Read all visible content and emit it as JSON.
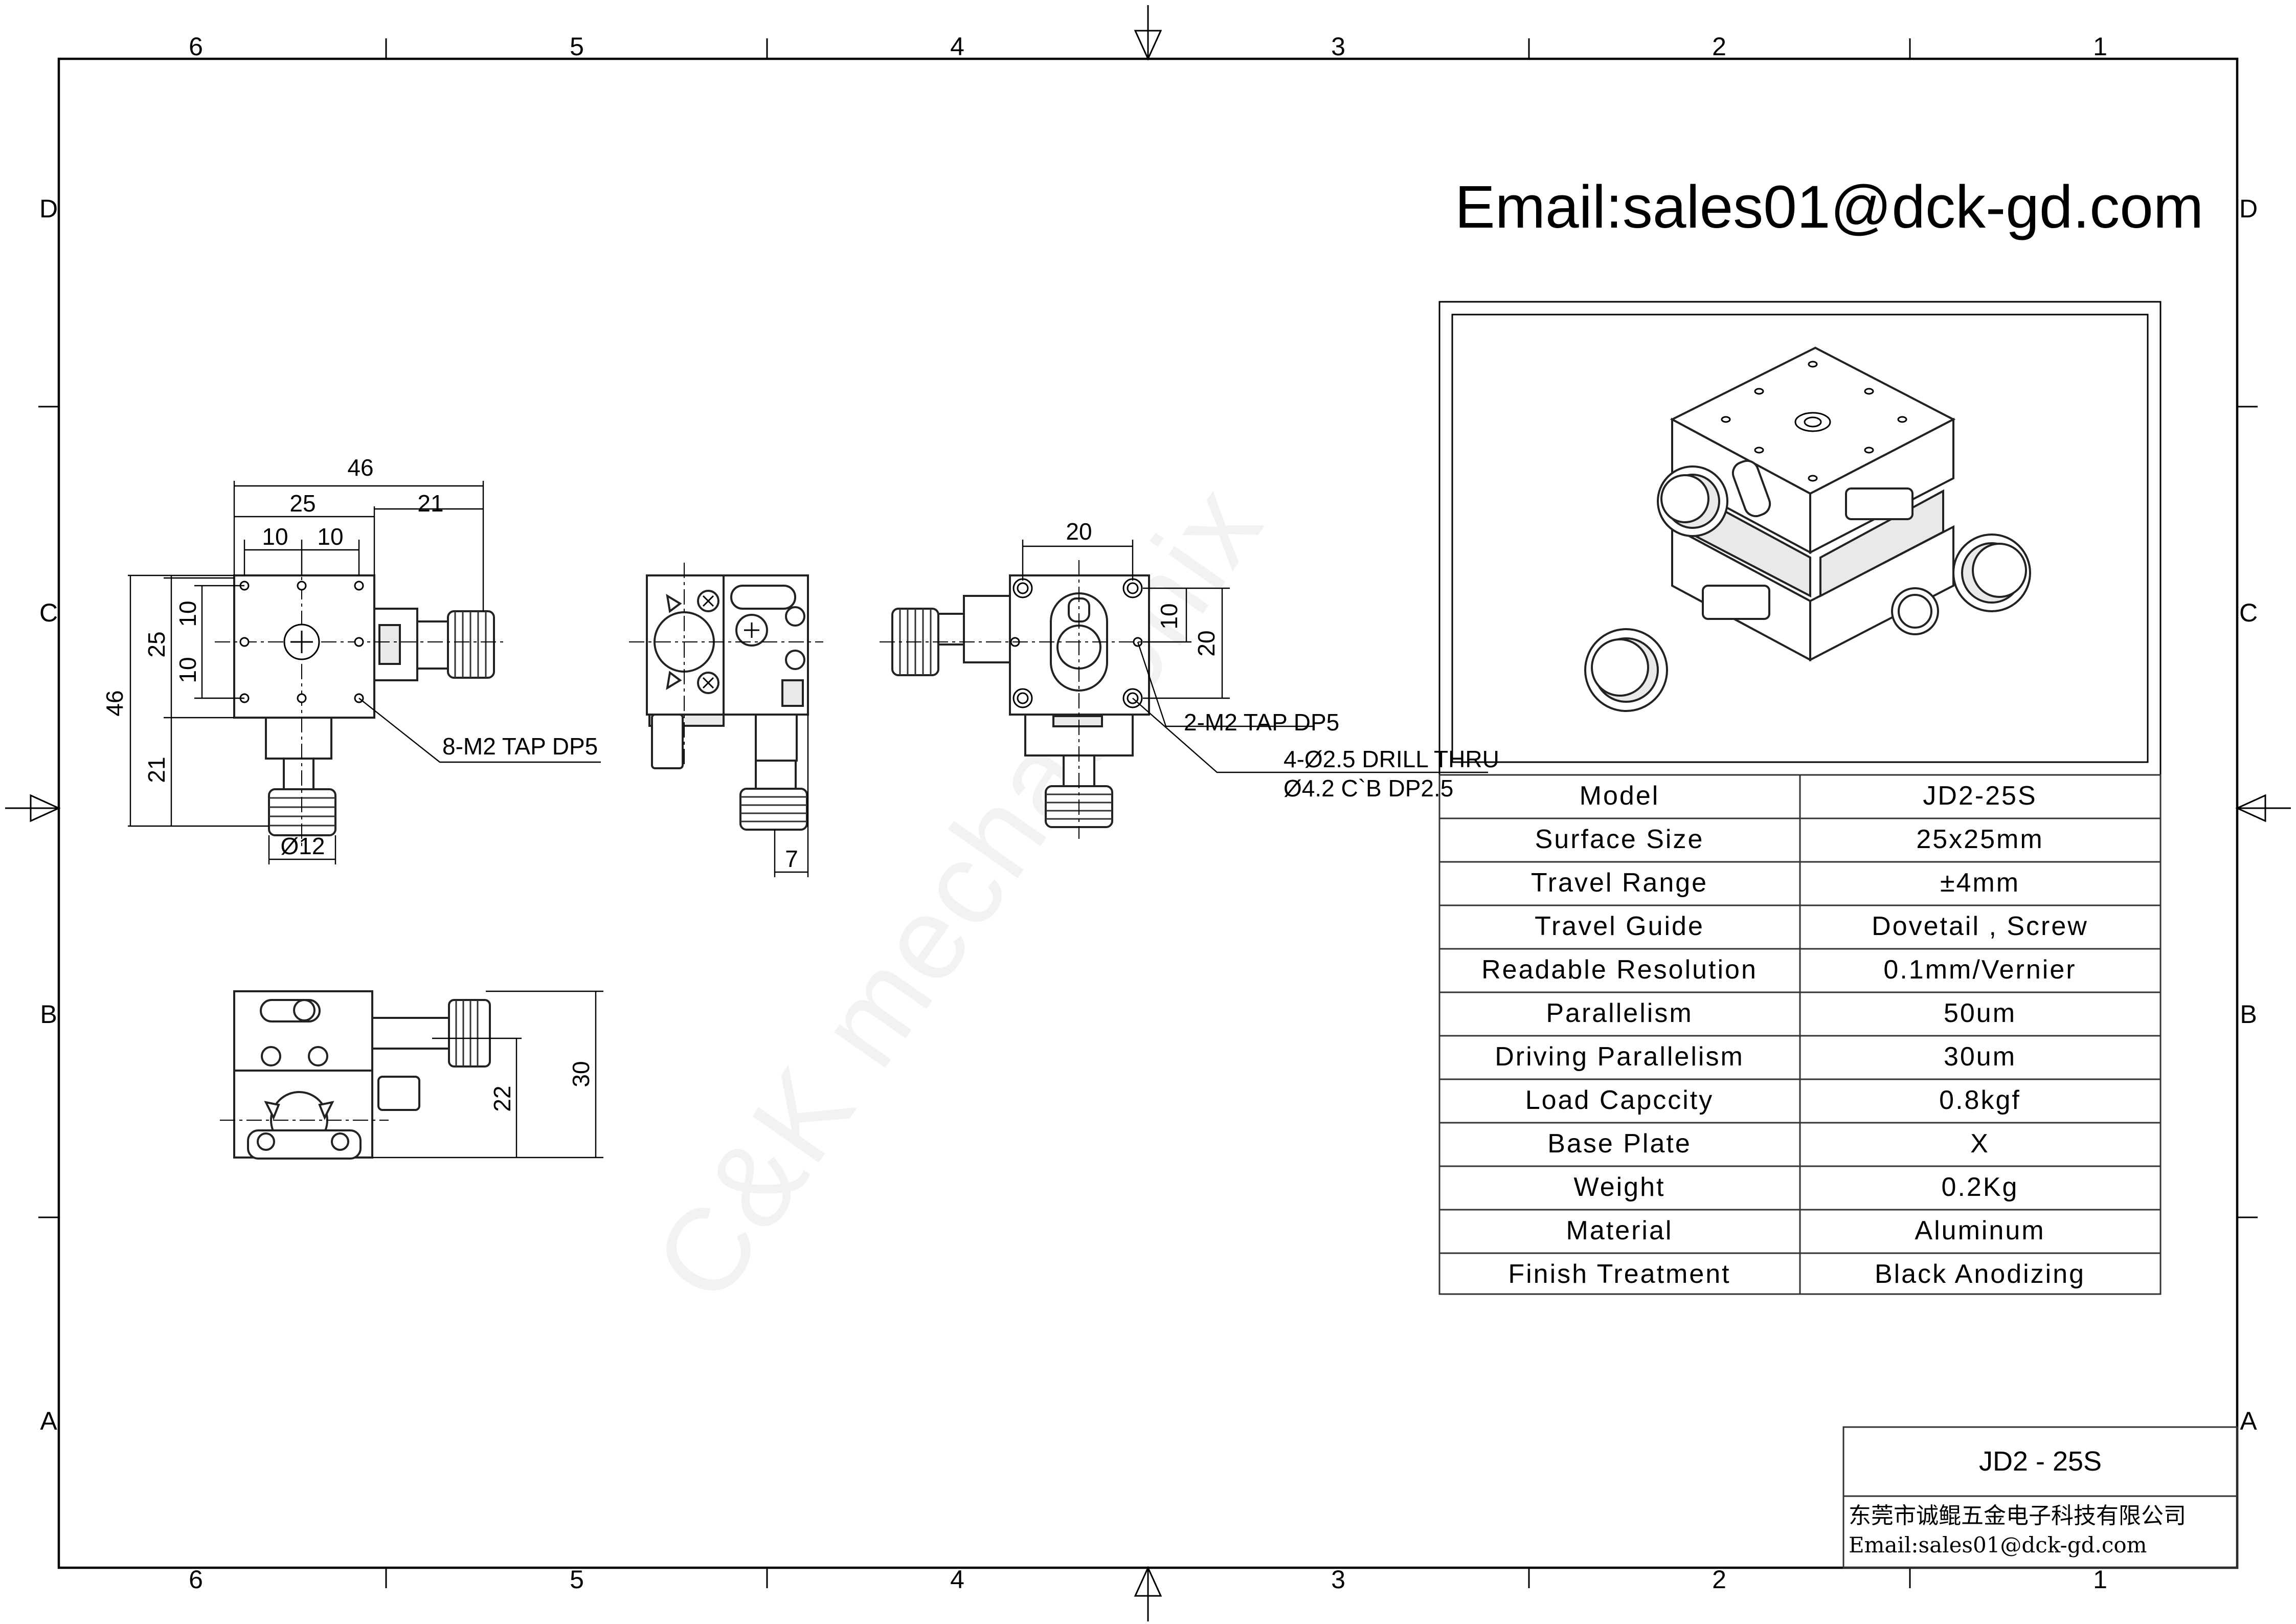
{
  "email_header": "Email:sales01@dck-gd.com",
  "watermark": "C&K mechatronix",
  "zones": {
    "columns": [
      "6",
      "5",
      "4",
      "3",
      "2",
      "1"
    ],
    "rows": [
      "D",
      "C",
      "B",
      "A"
    ]
  },
  "annotations": {
    "top_tap": "8-M2 TAP DP5",
    "side_tap": "2-M2 TAP DP5",
    "drill_thru": "4-Ø2.5 DRILL THRU",
    "counterbore": "Ø4.2 C`B DP2.5"
  },
  "dimensions": {
    "width_total": "46",
    "width_surface": "25",
    "width_knob": "21",
    "hole_pitch_a": "10",
    "hole_pitch_b": "10",
    "height_surface": "25",
    "vpitch_a": "10",
    "vpitch_b": "10",
    "height_total": "46",
    "height_knob": "21",
    "knob_dia": "Ø12",
    "side_offset": "7",
    "mount_pitch": "20",
    "mount_vpitch_a": "10",
    "mount_vpitch_b": "20",
    "height_a": "22",
    "height_b": "30"
  },
  "specs": [
    {
      "label": "Model",
      "value": "JD2-25S"
    },
    {
      "label": "Surface Size",
      "value": "25x25mm"
    },
    {
      "label": "Travel Range",
      "value": "±4mm"
    },
    {
      "label": "Travel Guide",
      "value": "Dovetail , Screw"
    },
    {
      "label": "Readable Resolution",
      "value": "0.1mm/Vernier"
    },
    {
      "label": "Parallelism",
      "value": "50um"
    },
    {
      "label": "Driving Parallelism",
      "value": "30um"
    },
    {
      "label": "Load Capccity",
      "value": "0.8kgf"
    },
    {
      "label": "Base Plate",
      "value": "X"
    },
    {
      "label": "Weight",
      "value": "0.2Kg"
    },
    {
      "label": "Material",
      "value": "Aluminum"
    },
    {
      "label": "Finish Treatment",
      "value": "Black Anodizing"
    }
  ],
  "title_block": {
    "model": "JD2 - 25S",
    "company": "东莞市诚鲲五金电子科技有限公司",
    "email": "Email:sales01@dck-gd.com"
  }
}
